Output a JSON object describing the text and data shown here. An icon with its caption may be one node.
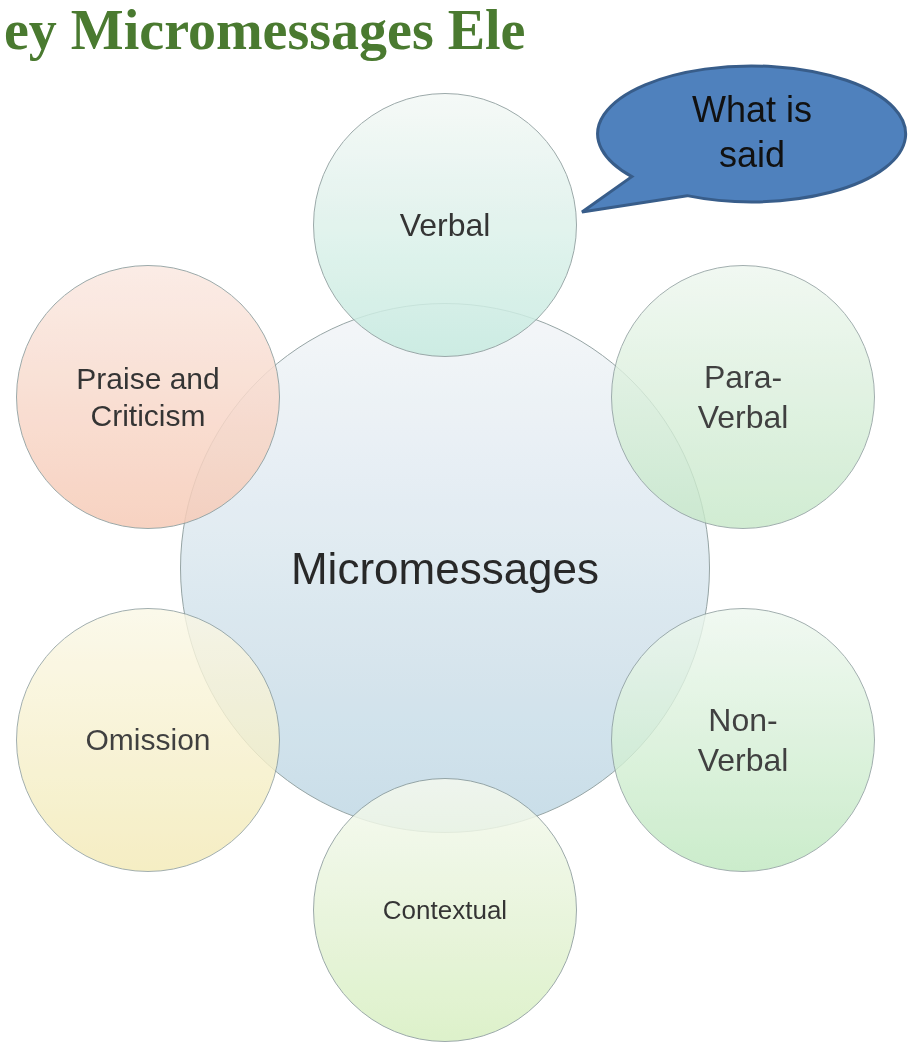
{
  "diagram": {
    "title": "ey Micromessages Ele",
    "nodes": [
      {
        "text": [
          "What is said"
        ]
      },
      {
        "text": [
          "Verbal"
        ]
      },
      {
        "text": [
          "Praise and Criticism"
        ]
      },
      {
        "text": [
          "Para- Verbal"
        ]
      },
      {
        "text": [
          "Micromessages"
        ]
      },
      {
        "text": [
          "Omission"
        ]
      },
      {
        "text": [
          "Non- Verbal"
        ]
      },
      {
        "text": [
          "Contextual"
        ]
      }
    ]
  }
}
